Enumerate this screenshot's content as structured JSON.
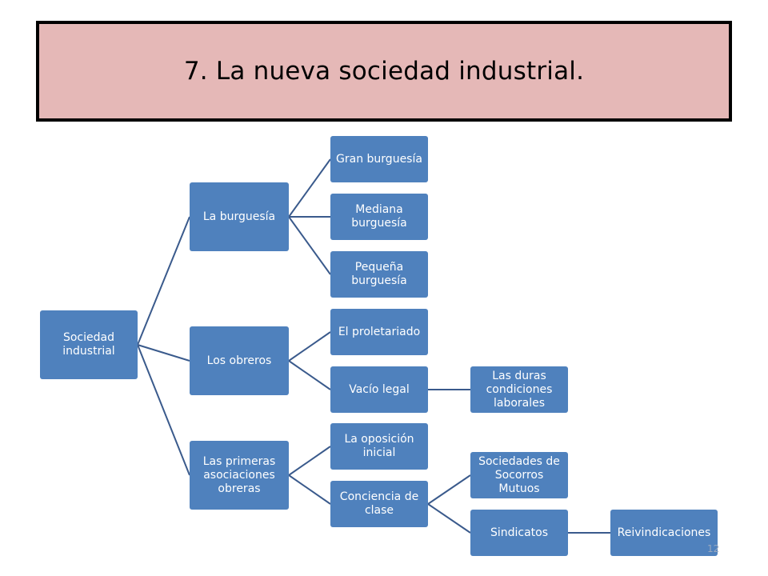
{
  "title": "7. La nueva sociedad industrial.",
  "page_number": "12",
  "colors": {
    "title_bg": "#e5b8b7",
    "title_border": "#000000",
    "node_fill": "#4f81bd",
    "node_text": "#ffffff",
    "connector": "#3a5a8c"
  },
  "nodes": {
    "root": "Sociedad industrial",
    "burguesia": "La burguesía",
    "gran_burguesia": "Gran burguesía",
    "mediana_burguesia": "Mediana burguesía",
    "pequena_burguesia": "Pequeña burguesía",
    "obreros": "Los obreros",
    "proletariado": "El proletariado",
    "vacio_legal": "Vacío legal",
    "duras_condiciones": "Las duras condiciones laborales",
    "asociaciones": "Las primeras asociaciones obreras",
    "oposicion_inicial": "La oposición inicial",
    "conciencia_clase": "Conciencia de clase",
    "socorros_mutuos": "Sociedades de Socorros Mutuos",
    "sindicatos": "Sindicatos",
    "reivindicaciones": "Reivindicaciones"
  },
  "edges": [
    [
      "root",
      "burguesia"
    ],
    [
      "root",
      "obreros"
    ],
    [
      "root",
      "asociaciones"
    ],
    [
      "burguesia",
      "gran_burguesia"
    ],
    [
      "burguesia",
      "mediana_burguesia"
    ],
    [
      "burguesia",
      "pequena_burguesia"
    ],
    [
      "obreros",
      "proletariado"
    ],
    [
      "obreros",
      "vacio_legal"
    ],
    [
      "vacio_legal",
      "duras_condiciones"
    ],
    [
      "asociaciones",
      "oposicion_inicial"
    ],
    [
      "asociaciones",
      "conciencia_clase"
    ],
    [
      "conciencia_clase",
      "socorros_mutuos"
    ],
    [
      "conciencia_clase",
      "sindicatos"
    ],
    [
      "sindicatos",
      "reivindicaciones"
    ]
  ]
}
